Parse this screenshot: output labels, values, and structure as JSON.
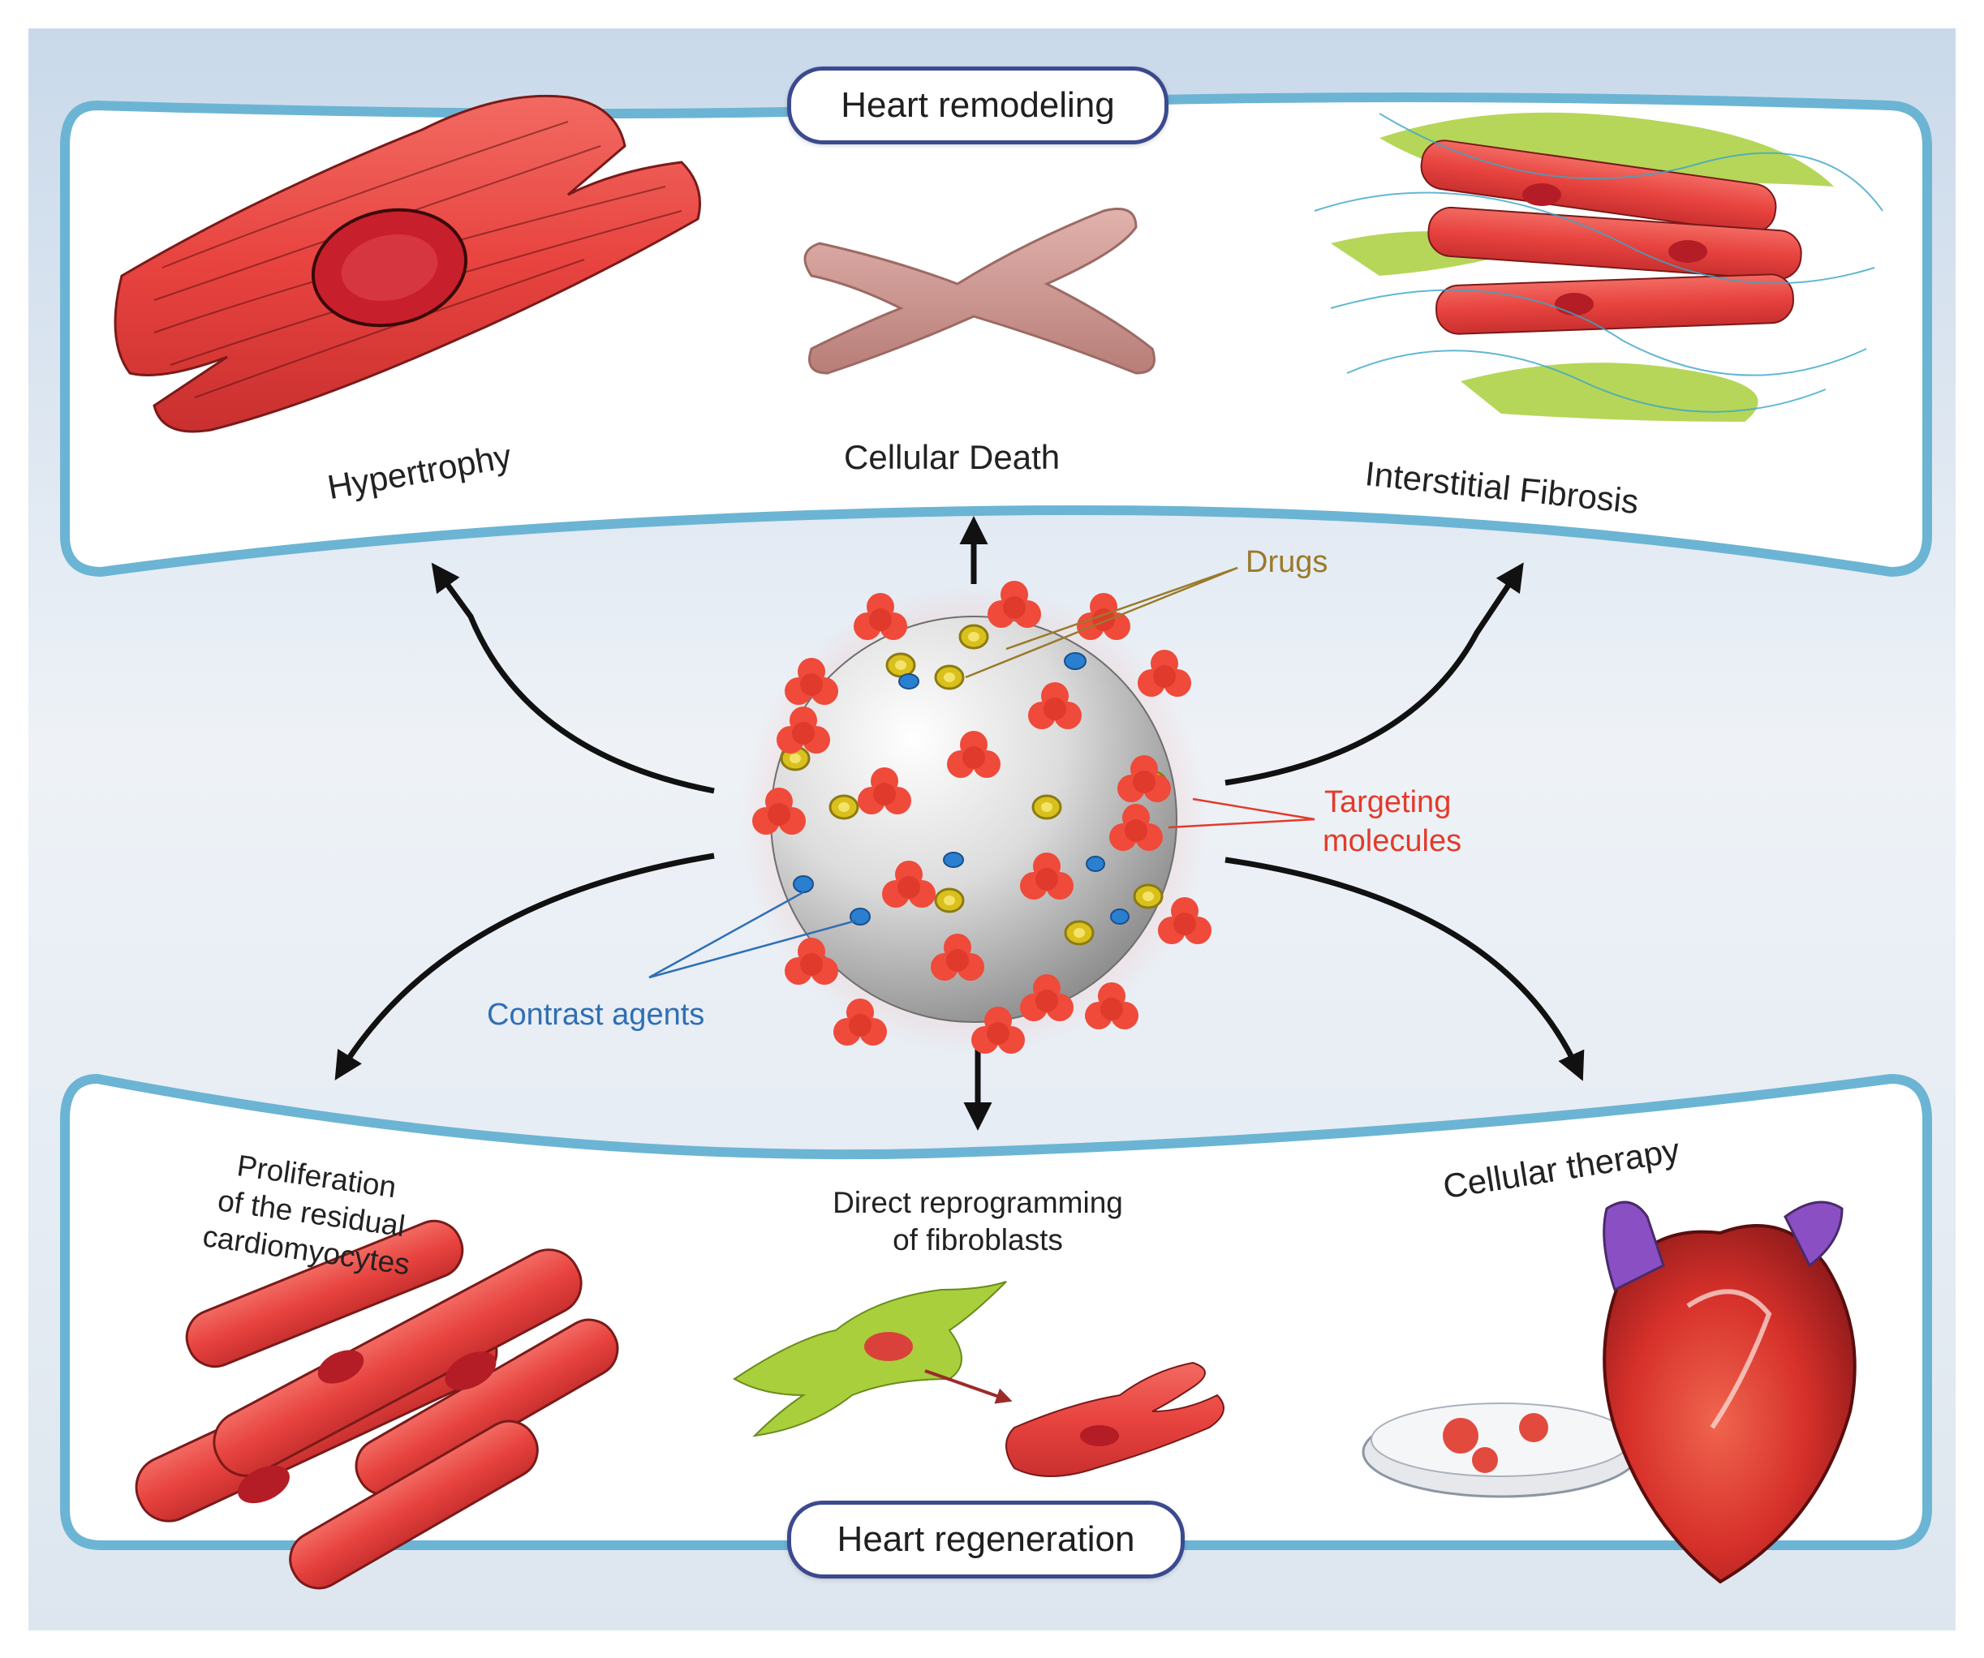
{
  "panels": {
    "top_title": "Heart remodeling",
    "bottom_title": "Heart regeneration"
  },
  "remodeling": {
    "hypertrophy": "Hypertrophy",
    "cellular_death": "Cellular Death",
    "interstitial_fibrosis": "Interstitial Fibrosis"
  },
  "regeneration": {
    "proliferation_line1": "Proliferation",
    "proliferation_line2": "of the residual",
    "proliferation_line3": "cardiomyocytes",
    "reprogramming_line1": "Direct reprogramming",
    "reprogramming_line2": "of fibroblasts",
    "cellular_therapy": "Cellular therapy"
  },
  "nanoparticle": {
    "drugs": "Drugs",
    "targeting_line1": "Targeting",
    "targeting_line2": "molecules",
    "contrast_agents": "Contrast agents"
  },
  "colors": {
    "background_top": "#cddcec",
    "background_bottom": "#f3f5f8",
    "panel_border": "#6cb4d4",
    "pill_border": "#3b4a8f",
    "muscle_red": "#e8433f",
    "dead_cell": "#c98b86",
    "fibroblast_green": "#a9cf3c",
    "drugs_label": "#9a7a2a",
    "targeting_label": "#e23b2b",
    "contrast_label": "#2f6fb5",
    "contrast_dot": "#2a7fd1"
  }
}
